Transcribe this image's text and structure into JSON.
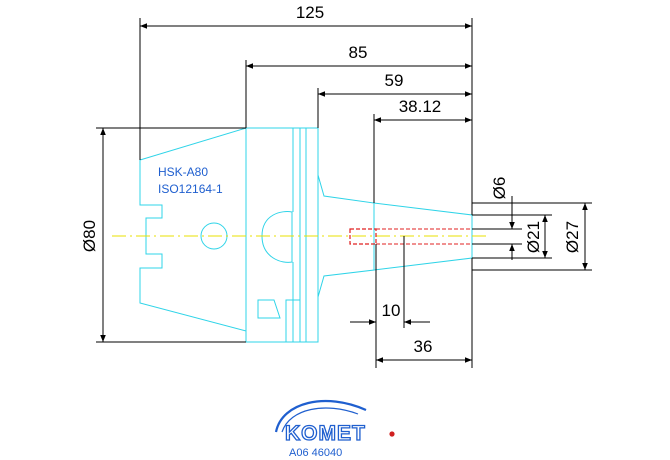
{
  "dimensions": {
    "len_125": "125",
    "len_85": "85",
    "len_59": "59",
    "len_38_12": "38.12",
    "len_10": "10",
    "len_36": "36",
    "dia_80": "Ø80",
    "dia_6": "Ø6",
    "dia_21": "Ø21",
    "dia_27": "Ø27"
  },
  "spec": {
    "interface": "HSK-A80",
    "standard": "ISO12164-1"
  },
  "logo": {
    "brand": "KOMET"
  },
  "part_number": "A06 46040",
  "colors": {
    "outline": "#2fd4e8",
    "centerline": "#e8e000",
    "bore": "#e02020",
    "dimension": "#000000",
    "brand": "#1f5fcf"
  }
}
